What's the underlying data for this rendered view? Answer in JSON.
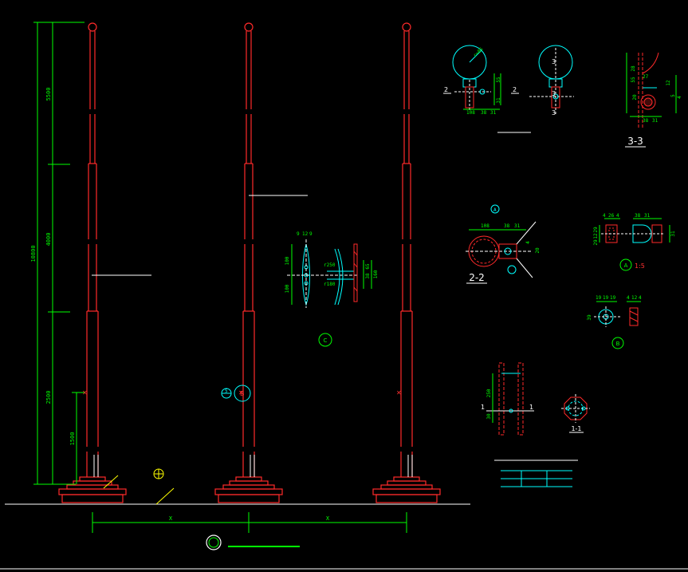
{
  "colors": {
    "background": "#000000",
    "pole": "#ff2a2a",
    "dimension": "#00ff00",
    "detail": "#00ffff",
    "label": "#ffffff",
    "ground": "#ffffff"
  },
  "elevation": {
    "dims": {
      "top_segment": "5500",
      "middle_segment": "4000",
      "lower_segment": "2500",
      "total_height": "10800",
      "rope_cleat_height": "1500",
      "spacing_left": "X",
      "spacing_right": "X"
    }
  },
  "detail_top": {
    "ball_radius": "r=85",
    "left_dims": [
      "55",
      "31",
      "108",
      "38",
      "31"
    ],
    "right_dims": [
      "3",
      "3",
      "3"
    ],
    "cut_labels": [
      "2",
      "2",
      "2"
    ]
  },
  "detail_c": {
    "dims": [
      "9",
      "12",
      "9",
      "100",
      "100",
      "r250",
      "r180",
      "65",
      "38",
      "160"
    ],
    "label": "C"
  },
  "section_3_3": {
    "title": "3-3",
    "dims": [
      "28",
      "55",
      "27",
      "20",
      "12",
      "38",
      "31",
      "5",
      "4"
    ]
  },
  "section_2_2": {
    "title": "2-2",
    "dims": [
      "108",
      "38",
      "31",
      "4",
      "20"
    ],
    "callout": "A"
  },
  "detail_a": {
    "label": "A",
    "scale": "1:5",
    "dims": [
      "4",
      "26",
      "4",
      "38",
      "31",
      "29",
      "12",
      "29",
      "31"
    ]
  },
  "detail_b": {
    "label": "B",
    "dims": [
      "19",
      "19",
      "19",
      "4",
      "12",
      "4",
      "39"
    ]
  },
  "section_1_1": {
    "title": "1-1",
    "dims": [
      "250",
      "30",
      "1",
      "1"
    ]
  },
  "callouts": {
    "b_on_pole": "B",
    "pole_ref": "5"
  }
}
